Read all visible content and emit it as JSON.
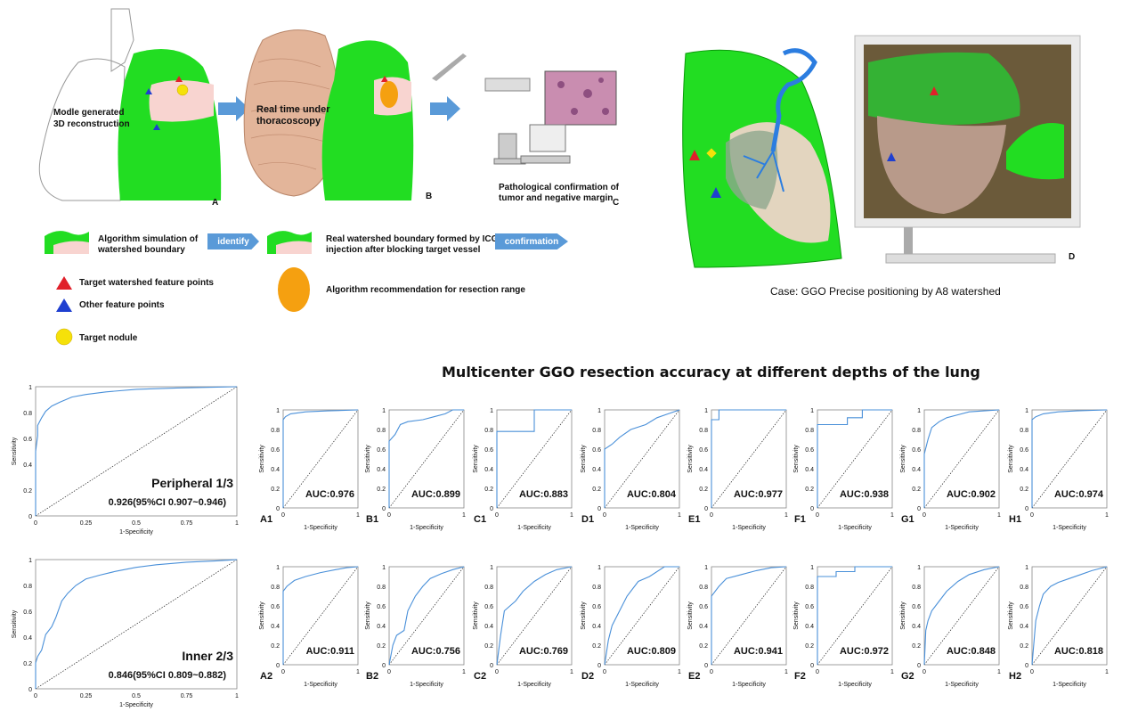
{
  "top": {
    "panel_a_text": [
      "Modle generated",
      "3D reconstruction"
    ],
    "panel_b_text": [
      "Real time under",
      "thoracoscopy"
    ],
    "panel_c_text": [
      "Pathological confirmation of",
      "tumor and negative margin"
    ],
    "letters": {
      "a": "A",
      "b": "B",
      "c": "C",
      "d": "D"
    },
    "legend": {
      "algo": [
        "Algorithm simulation of",
        "watershed boundary"
      ],
      "identify": "identify",
      "real": [
        "Real watershed boundary formed by ICG",
        "injection after blocking target vessel"
      ],
      "confirmation": "confirmation",
      "red_tri": "Target watershed feature points",
      "blue_tri": "Other feature points",
      "yellow": "Target nodule",
      "orange": "Algorithm recommendation for resection range"
    },
    "case_caption": "Case:  GGO Precise positioning by A8 watershed"
  },
  "colors": {
    "lung_green": "#22dd22",
    "pink": "#f8d4d0",
    "red": "#e0202a",
    "blue": "#1f3fd0",
    "yellow": "#f5e10a",
    "orange": "#f5a010",
    "arrow": "#5a9ad8",
    "roc": "#4a90d9"
  },
  "figure_title": "Multicenter GGO resection accuracy at different depths of the lung",
  "chart_data": [
    {
      "type": "line",
      "name_label": "Peripheral 1/3",
      "summary": "0.926(95%CI 0.907~0.946)",
      "xlabel": "1-Specificity",
      "ylabel": "Sensitivity",
      "xticks": [
        "0",
        "0.25",
        "0.5",
        "0.75",
        "1"
      ],
      "yticks": [
        "0",
        "0.2",
        "0.4",
        "0.6",
        "0.8",
        "1"
      ],
      "x": [
        0,
        0,
        0.01,
        0.01,
        0.03,
        0.05,
        0.08,
        0.12,
        0.18,
        0.25,
        0.35,
        0.5,
        0.7,
        1
      ],
      "y": [
        0,
        0.5,
        0.62,
        0.7,
        0.76,
        0.81,
        0.85,
        0.88,
        0.92,
        0.94,
        0.96,
        0.98,
        0.99,
        1
      ]
    },
    {
      "type": "line",
      "name_label": "Inner 2/3",
      "summary": "0.846(95%CI 0.809~0.882)",
      "xlabel": "1-Specificity",
      "ylabel": "Sensitivity",
      "xticks": [
        "0",
        "0.25",
        "0.5",
        "0.75",
        "1"
      ],
      "yticks": [
        "0",
        "0.2",
        "0.4",
        "0.6",
        "0.8",
        "1"
      ],
      "x": [
        0,
        0,
        0.01,
        0.03,
        0.05,
        0.08,
        0.1,
        0.13,
        0.16,
        0.2,
        0.25,
        0.32,
        0.4,
        0.5,
        0.6,
        0.75,
        0.9,
        1
      ],
      "y": [
        0,
        0.2,
        0.25,
        0.3,
        0.42,
        0.48,
        0.55,
        0.68,
        0.74,
        0.8,
        0.85,
        0.88,
        0.91,
        0.94,
        0.96,
        0.98,
        0.99,
        1
      ]
    },
    {
      "type": "line",
      "tag": "A1",
      "auc": "AUC:0.976",
      "x": [
        0,
        0,
        0.03,
        0.1,
        0.3,
        0.6,
        1
      ],
      "y": [
        0,
        0.9,
        0.93,
        0.96,
        0.98,
        0.99,
        1
      ]
    },
    {
      "type": "line",
      "tag": "B1",
      "auc": "AUC:0.899",
      "x": [
        0,
        0,
        0.08,
        0.15,
        0.25,
        0.45,
        0.6,
        0.75,
        0.85,
        1
      ],
      "y": [
        0,
        0.68,
        0.75,
        0.85,
        0.88,
        0.9,
        0.93,
        0.96,
        1,
        1
      ]
    },
    {
      "type": "line",
      "tag": "C1",
      "auc": "AUC:0.883",
      "x": [
        0,
        0,
        0.5,
        0.5,
        0.75,
        1
      ],
      "y": [
        0,
        0.78,
        0.78,
        1,
        1,
        1
      ]
    },
    {
      "type": "line",
      "tag": "D1",
      "auc": "AUC:0.804",
      "x": [
        0,
        0,
        0.1,
        0.2,
        0.35,
        0.55,
        0.7,
        0.85,
        1
      ],
      "y": [
        0,
        0.6,
        0.65,
        0.72,
        0.8,
        0.85,
        0.92,
        0.96,
        1
      ]
    },
    {
      "type": "line",
      "tag": "E1",
      "auc": "AUC:0.977",
      "x": [
        0,
        0,
        0.1,
        0.1,
        1
      ],
      "y": [
        0,
        0.9,
        0.9,
        1,
        1
      ]
    },
    {
      "type": "line",
      "tag": "F1",
      "auc": "AUC:0.938",
      "x": [
        0,
        0,
        0.4,
        0.4,
        0.6,
        0.6,
        1
      ],
      "y": [
        0,
        0.85,
        0.85,
        0.92,
        0.92,
        1,
        1
      ]
    },
    {
      "type": "line",
      "tag": "G1",
      "auc": "AUC:0.902",
      "x": [
        0,
        0,
        0.05,
        0.1,
        0.2,
        0.3,
        0.45,
        0.6,
        0.8,
        1
      ],
      "y": [
        0,
        0.55,
        0.7,
        0.82,
        0.88,
        0.92,
        0.95,
        0.98,
        0.99,
        1
      ]
    },
    {
      "type": "line",
      "tag": "H1",
      "auc": "AUC:0.974",
      "x": [
        0,
        0,
        0.05,
        0.15,
        0.35,
        0.6,
        1
      ],
      "y": [
        0,
        0.9,
        0.93,
        0.96,
        0.98,
        0.99,
        1
      ]
    },
    {
      "type": "line",
      "tag": "A2",
      "auc": "AUC:0.911",
      "x": [
        0,
        0,
        0.05,
        0.15,
        0.3,
        0.5,
        0.7,
        0.85,
        1
      ],
      "y": [
        0,
        0.75,
        0.8,
        0.86,
        0.9,
        0.94,
        0.97,
        0.99,
        1
      ]
    },
    {
      "type": "line",
      "tag": "B2",
      "auc": "AUC:0.756",
      "x": [
        0,
        0.05,
        0.1,
        0.2,
        0.25,
        0.35,
        0.45,
        0.55,
        0.7,
        0.85,
        1
      ],
      "y": [
        0,
        0.2,
        0.3,
        0.35,
        0.55,
        0.7,
        0.8,
        0.88,
        0.93,
        0.97,
        1
      ]
    },
    {
      "type": "line",
      "tag": "C2",
      "auc": "AUC:0.769",
      "x": [
        0,
        0.05,
        0.1,
        0.25,
        0.35,
        0.5,
        0.65,
        0.8,
        1
      ],
      "y": [
        0,
        0.3,
        0.55,
        0.65,
        0.75,
        0.85,
        0.92,
        0.97,
        1
      ]
    },
    {
      "type": "line",
      "tag": "D2",
      "auc": "AUC:0.809",
      "x": [
        0,
        0.05,
        0.1,
        0.2,
        0.3,
        0.45,
        0.6,
        0.8,
        1
      ],
      "y": [
        0,
        0.25,
        0.4,
        0.55,
        0.7,
        0.85,
        0.9,
        1,
        1
      ]
    },
    {
      "type": "line",
      "tag": "E2",
      "auc": "AUC:0.941",
      "x": [
        0,
        0,
        0.1,
        0.2,
        0.4,
        0.6,
        0.8,
        1
      ],
      "y": [
        0,
        0.7,
        0.8,
        0.88,
        0.92,
        0.96,
        0.99,
        1
      ]
    },
    {
      "type": "line",
      "tag": "F2",
      "auc": "AUC:0.972",
      "x": [
        0,
        0,
        0.25,
        0.25,
        0.5,
        0.5,
        1
      ],
      "y": [
        0,
        0.9,
        0.9,
        0.95,
        0.95,
        1,
        1
      ]
    },
    {
      "type": "line",
      "tag": "G2",
      "auc": "AUC:0.848",
      "x": [
        0,
        0.02,
        0.05,
        0.1,
        0.2,
        0.3,
        0.45,
        0.6,
        0.8,
        1
      ],
      "y": [
        0,
        0.35,
        0.45,
        0.55,
        0.65,
        0.75,
        0.85,
        0.92,
        0.97,
        1
      ]
    },
    {
      "type": "line",
      "tag": "H2",
      "auc": "AUC:0.818",
      "x": [
        0,
        0.05,
        0.1,
        0.15,
        0.25,
        0.35,
        0.5,
        0.65,
        0.8,
        1
      ],
      "y": [
        0,
        0.45,
        0.6,
        0.72,
        0.8,
        0.84,
        0.88,
        0.92,
        0.96,
        1
      ]
    }
  ],
  "small_axes": {
    "xlabel": "1-Specificity",
    "ylabel": "Sensitivity",
    "xticks": [
      "0",
      "1"
    ],
    "yticks": [
      "0",
      "0.2",
      "0.4",
      "0.6",
      "0.8",
      "1"
    ]
  }
}
